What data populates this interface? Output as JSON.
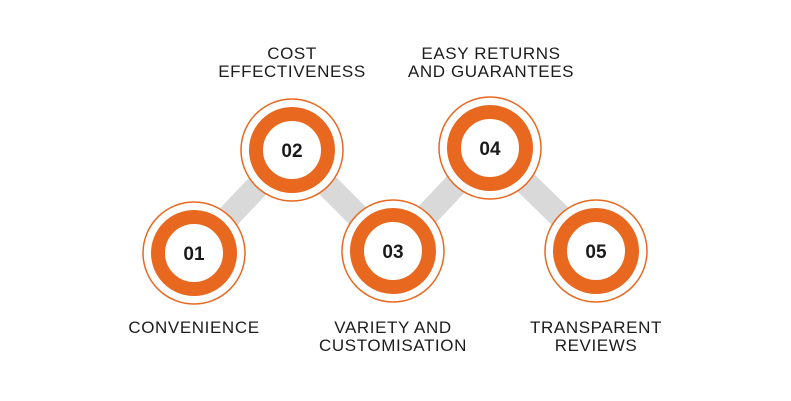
{
  "colors": {
    "accent": "#e8681f",
    "connector": "#d9d9d9",
    "text": "#1c1c1c",
    "background": "#ffffff"
  },
  "steps": [
    {
      "number": "01",
      "label_lines": [
        "CONVENIENCE"
      ]
    },
    {
      "number": "02",
      "label_lines": [
        "COST",
        "EFFECTIVENESS"
      ]
    },
    {
      "number": "03",
      "label_lines": [
        "VARIETY AND",
        "CUSTOMISATION"
      ]
    },
    {
      "number": "04",
      "label_lines": [
        "EASY RETURNS",
        "AND GUARANTEES"
      ]
    },
    {
      "number": "05",
      "label_lines": [
        "TRANSPARENT",
        "REVIEWS"
      ]
    }
  ]
}
